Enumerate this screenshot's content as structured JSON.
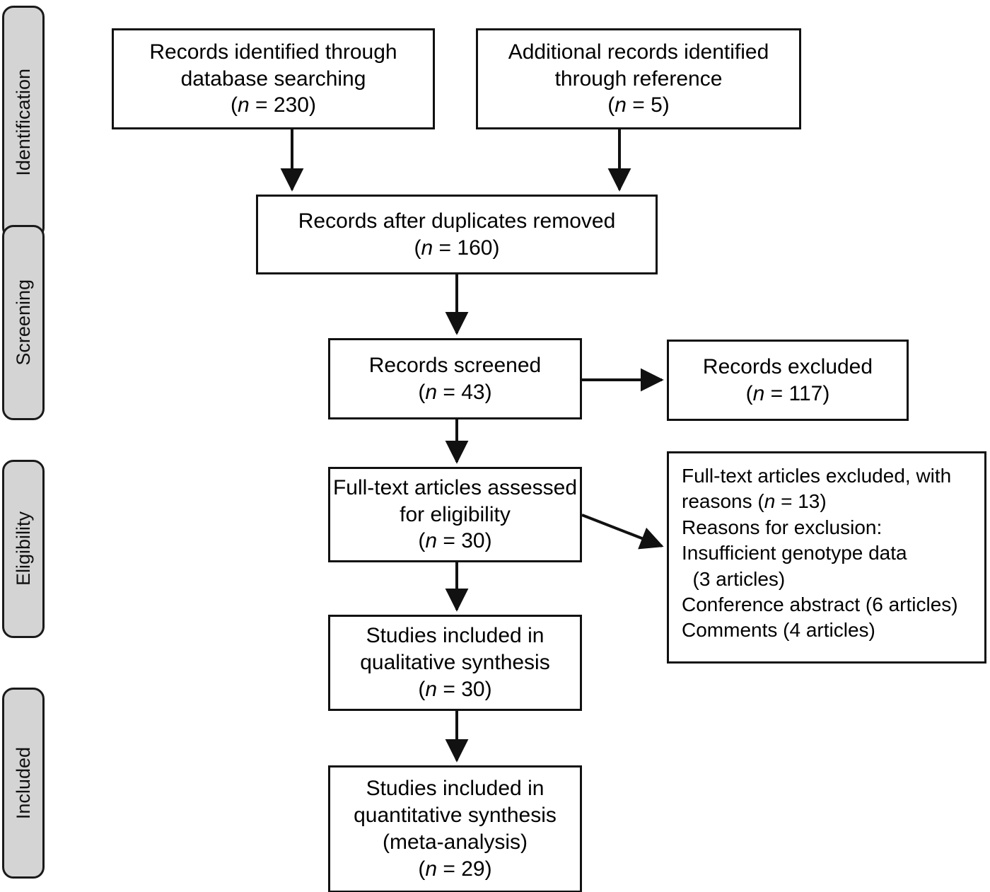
{
  "diagram": {
    "type": "prisma-flow-diagram",
    "stages": [
      {
        "name": "identification",
        "label": "Identification"
      },
      {
        "name": "screening",
        "label": "Screening"
      },
      {
        "name": "eligibility",
        "label": "Eligibility"
      },
      {
        "name": "included",
        "label": "Included"
      }
    ],
    "boxes": {
      "database_search": {
        "name": "records-identified-database",
        "lines": [
          "Records identified through",
          "database searching"
        ],
        "count_prefix": "(",
        "count_italic": "n",
        "count_eq": " = ",
        "count_value": "230",
        "count_suffix": ")"
      },
      "reference_search": {
        "name": "additional-records-reference",
        "lines": [
          "Additional records identified",
          "through reference"
        ],
        "count_prefix": "(",
        "count_italic": "n",
        "count_eq": " = ",
        "count_value": "5",
        "count_suffix": ")"
      },
      "duplicates_removed": {
        "name": "records-after-duplicates-removed",
        "lines": [
          "Records after duplicates removed"
        ],
        "count_prefix": "(",
        "count_italic": "n",
        "count_eq": " = ",
        "count_value": "160",
        "count_suffix": ")"
      },
      "records_screened": {
        "name": "records-screened",
        "lines": [
          "Records screened"
        ],
        "count_prefix": "(",
        "count_italic": "n",
        "count_eq": " = ",
        "count_value": "43",
        "count_suffix": ")"
      },
      "records_excluded": {
        "name": "records-excluded",
        "lines": [
          "Records excluded"
        ],
        "count_prefix": "(",
        "count_italic": "n",
        "count_eq": " = ",
        "count_value": "117",
        "count_suffix": ")"
      },
      "fulltext_assessed": {
        "name": "fulltext-articles-assessed",
        "lines": [
          "Full-text articles assessed",
          "for eligibility"
        ],
        "count_prefix": "(",
        "count_italic": "n",
        "count_eq": " = ",
        "count_value": "30",
        "count_suffix": ")"
      },
      "fulltext_excluded": {
        "name": "fulltext-articles-excluded-reasons",
        "line1a": "Full-text articles excluded, with",
        "line2a": "reasons (",
        "line2_italic": "n",
        "line2_eq": " = ",
        "line2_value": "13",
        "line2b": ")",
        "line3": "Reasons for exclusion:",
        "line4": "Insufficient genotype data",
        "line5": "  (3 articles)",
        "line6": "Conference abstract (6 articles)",
        "line7": "Comments (4 articles)"
      },
      "qualitative_synthesis": {
        "name": "studies-qualitative-synthesis",
        "lines": [
          "Studies included in",
          "qualitative synthesis"
        ],
        "count_prefix": "(",
        "count_italic": "n",
        "count_eq": " = ",
        "count_value": "30",
        "count_suffix": ")"
      },
      "quantitative_synthesis": {
        "name": "studies-quantitative-synthesis",
        "lines": [
          "Studies included in",
          "quantitative synthesis",
          "(meta-analysis)"
        ],
        "count_prefix": "(",
        "count_italic": "n",
        "count_eq": " = ",
        "count_value": "29",
        "count_suffix": ")"
      }
    },
    "colors": {
      "stage_tab_fill": "#d4d4d4",
      "stroke": "#111111",
      "box_fill": "#ffffff"
    }
  }
}
